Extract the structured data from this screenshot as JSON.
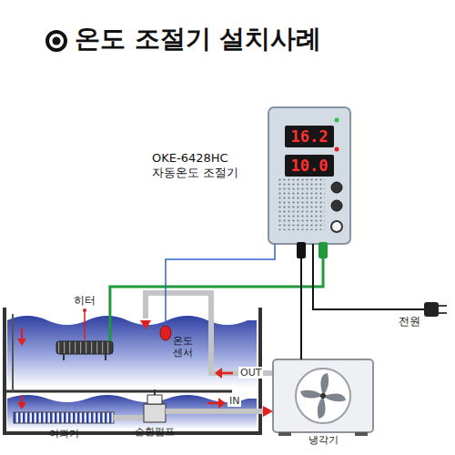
{
  "diagram": {
    "title": "온도 조절기 설치사례",
    "nodes": [
      {
        "text": [
          "OKE-6428HC 자동온도 조절기"
        ]
      },
      {
        "text": [
          "16.2"
        ],
        "in": 0
      },
      {
        "text": [
          "10.0"
        ],
        "in": 0
      },
      {
        "text": [
          "히터"
        ]
      },
      {
        "text": [
          "온도 센서"
        ]
      },
      {
        "text": [
          "여과기"
        ]
      },
      {
        "text": [
          "순환펌프"
        ]
      },
      {
        "text": [
          "냉각기"
        ]
      },
      {
        "text": [
          "전원"
        ]
      }
    ],
    "edges": [
      {
        "from": 0,
        "to": 3,
        "arrow": "none"
      },
      {
        "from": 0,
        "to": 4,
        "arrow": "none"
      },
      {
        "from": 0,
        "to": 7,
        "arrow": "none"
      },
      {
        "from": 0,
        "to": 8,
        "arrow": "none"
      },
      {
        "from": 6,
        "to": 7,
        "label": "IN",
        "arrow": "to"
      }
    ],
    "labels": [
      "OUT"
    ]
  }
}
